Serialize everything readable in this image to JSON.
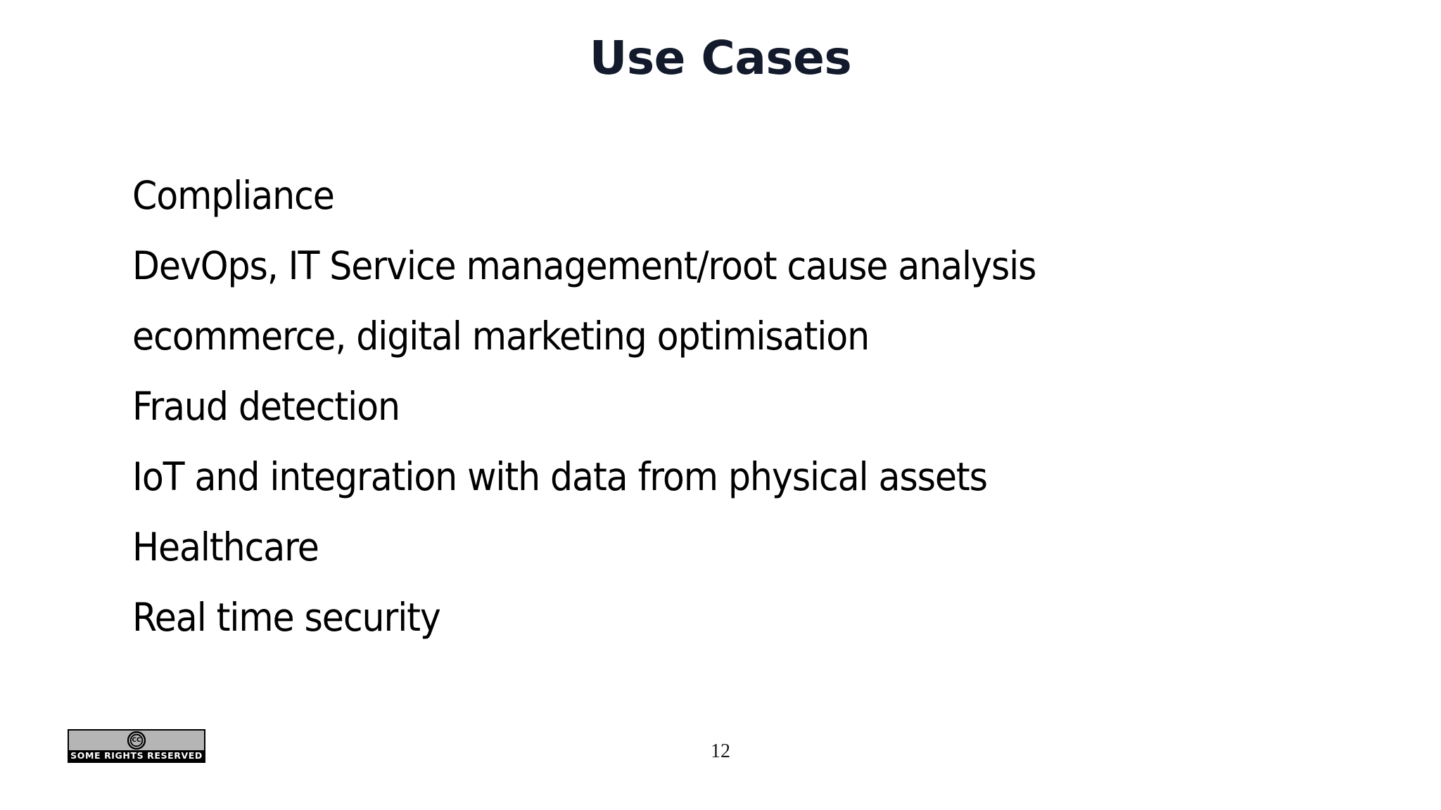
{
  "slide": {
    "title": "Use Cases",
    "title_color": "#121a2c",
    "background_color": "#ffffff",
    "body_color": "#000000",
    "page_number": "12",
    "bullets": [
      "Compliance",
      "DevOps, IT Service management/root cause analysis",
      "ecommerce, digital marketing optimisation",
      "Fraud detection",
      "IoT and integration with data from physical assets",
      "Healthcare",
      "Real time security"
    ]
  },
  "license_badge": {
    "mark": "cc-logo",
    "mark_text": "CC",
    "caption": "SOME RIGHTS RESERVED",
    "top_color": "#b5b5b5",
    "bar_color": "#000000",
    "text_color": "#ffffff"
  }
}
